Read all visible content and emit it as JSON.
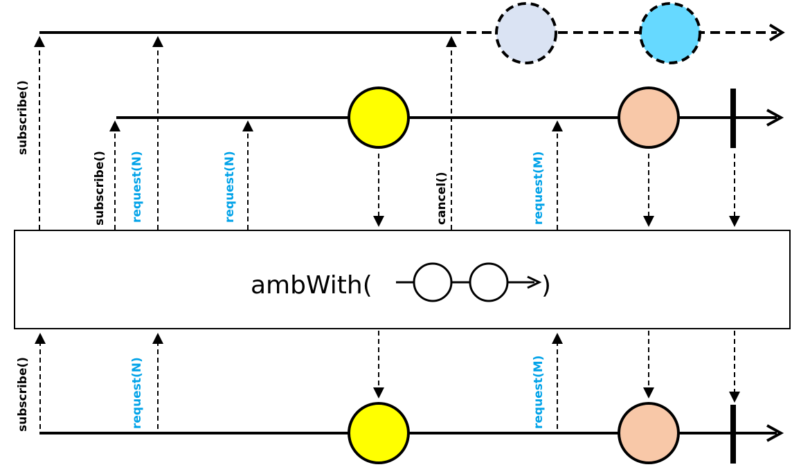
{
  "operator": {
    "label": "ambWith(",
    "close": ")"
  },
  "labels": {
    "subscribe": "subscribe()",
    "request_n": "request(N)",
    "request_m": "request(M)",
    "cancel": "cancel()"
  },
  "colors": {
    "request_label": "#00a2e8",
    "yellow": "#ffff00",
    "peach": "#f8c8a8",
    "faded_blue": "#dae3f3",
    "light_blue": "#66d9ff",
    "line": "#000000"
  }
}
